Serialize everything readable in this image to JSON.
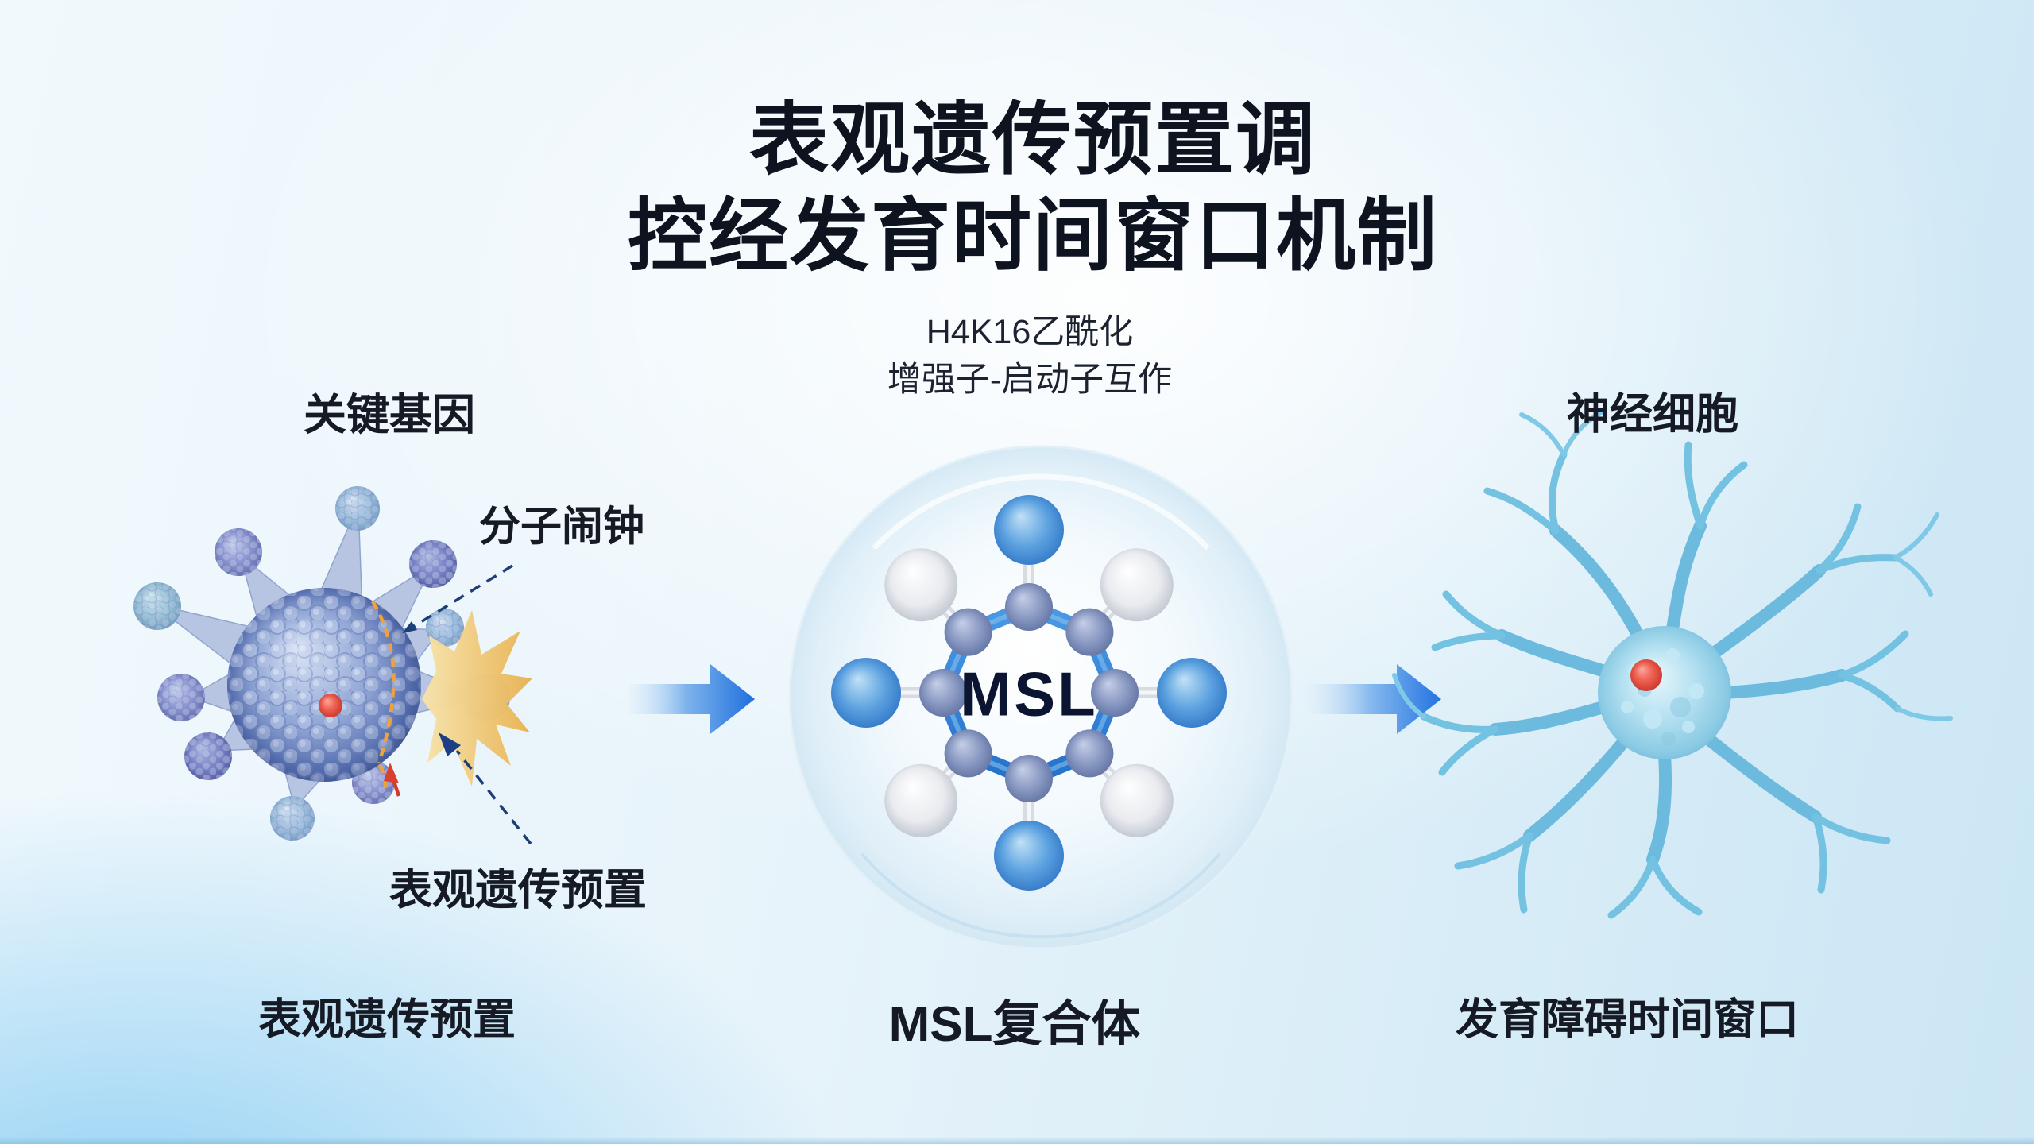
{
  "header": {
    "title_line1": "表观遗传预置调",
    "title_line2": "控经发育时间窗口机制",
    "subtitle_line1": "H4K16乙酰化",
    "subtitle_line2": "增强子-启动子互作"
  },
  "left_panel": {
    "top_label": "关键基因",
    "callout_clock": "分子闹钟",
    "callout_preset": "表观遗传预置",
    "bottom_label": "表观遗传预置"
  },
  "center_panel": {
    "molecule_text": "MSL",
    "bottom_label": "MSL复合体"
  },
  "right_panel": {
    "top_label": "神经细胞",
    "bottom_label": "发育障碍时间窗口"
  },
  "icons": {
    "flow_arrow": "right-block-arrow",
    "callout_pointer": "dashed-arrow",
    "starburst": "burst-star",
    "nucleus_dot": "red-sphere"
  },
  "colors": {
    "title_text": "#0e1320",
    "label_text": "#151a24",
    "flow_arrow_deep": "#1e6fdd",
    "callout_line": "#1c3f78",
    "starburst": "#eab753",
    "preset_arc": "#efa23b",
    "nucleus_dot": "#d93a2e",
    "msl_ring": "#2b7ad2",
    "cell_body": "#7f96ca",
    "neuron_body": "#7cc3e0",
    "glass_sphere": "#dcedf7"
  }
}
